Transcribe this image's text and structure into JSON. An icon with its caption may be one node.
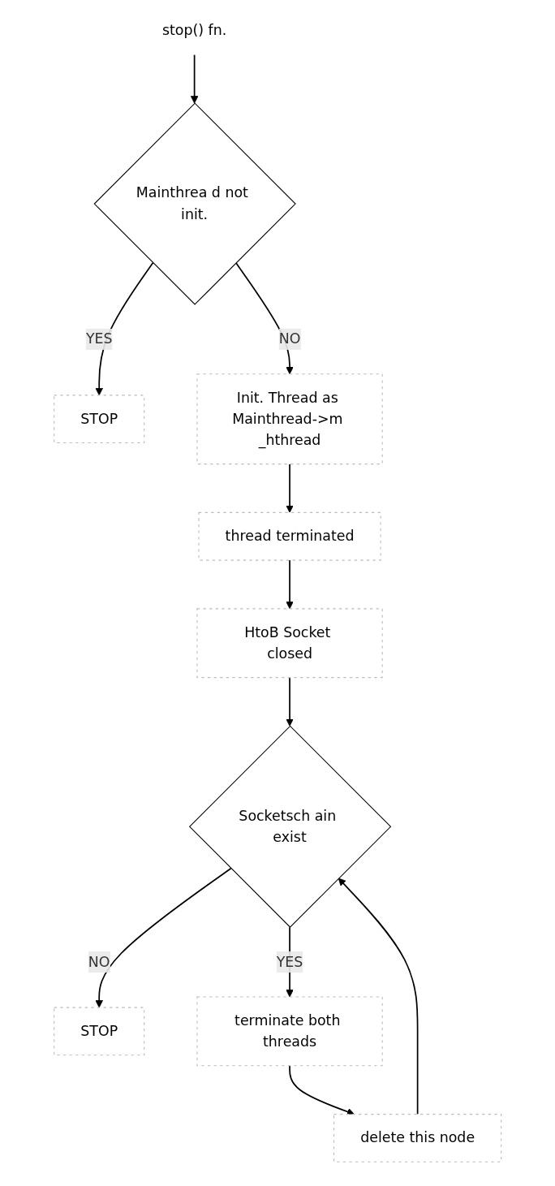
{
  "diagram": {
    "nodes": [
      {
        "text": [
          "stop() fn."
        ]
      },
      {
        "text": [
          "Mainthrea d not init."
        ]
      },
      {
        "text": [
          "STOP"
        ]
      },
      {
        "text": [
          "Init. Thread as Mainthread->m _hthread"
        ]
      },
      {
        "text": [
          "thread terminated"
        ]
      },
      {
        "text": [
          "HtoB Socket closed"
        ]
      },
      {
        "text": [
          "Socketsch ain exist"
        ]
      },
      {
        "text": [
          "STOP"
        ]
      },
      {
        "text": [
          "terminate both threads"
        ]
      },
      {
        "text": [
          "delete this node"
        ]
      }
    ],
    "edges": [
      {
        "from": 0,
        "to": 1,
        "arrow": "to"
      },
      {
        "from": 1,
        "to": 2,
        "label": "YES",
        "arrow": "to"
      },
      {
        "from": 1,
        "to": 3,
        "label": "NO",
        "arrow": "to"
      },
      {
        "from": 3,
        "to": 4,
        "arrow": "to"
      },
      {
        "from": 4,
        "to": 5,
        "arrow": "to"
      },
      {
        "from": 5,
        "to": 6,
        "arrow": "to"
      },
      {
        "from": 6,
        "to": 7,
        "label": "NO",
        "arrow": "to"
      },
      {
        "from": 6,
        "to": 8,
        "label": "YES",
        "arrow": "to"
      },
      {
        "from": 8,
        "to": 9,
        "arrow": "to"
      },
      {
        "from": 9,
        "to": 6,
        "arrow": "to"
      }
    ]
  }
}
